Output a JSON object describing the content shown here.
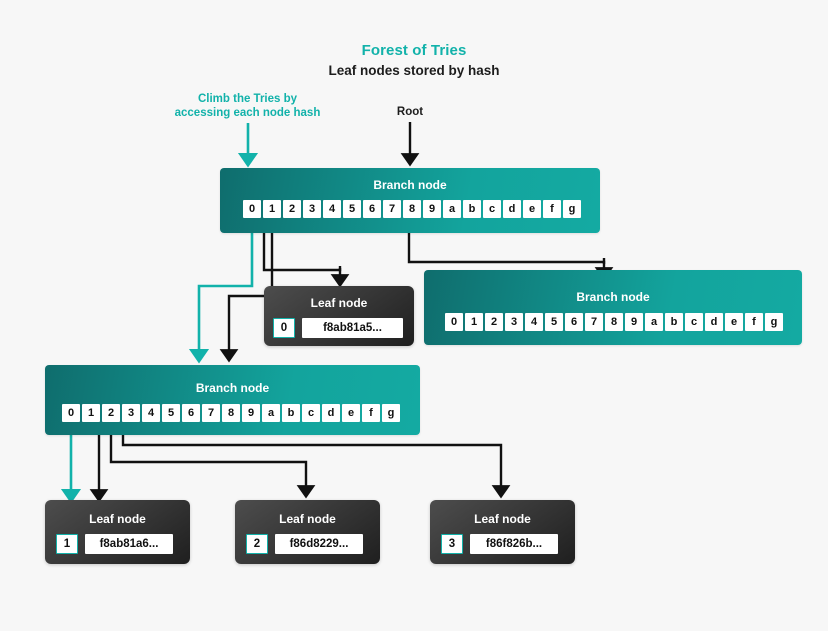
{
  "page": {
    "background": "#f7f7f7",
    "accent": "#12b2aa",
    "branch_color_dark": "#0f6d6d",
    "branch_color_light": "#14aaa2",
    "leaf_color": "#3a3a3a"
  },
  "header": {
    "title": "Forest of Tries",
    "subtitle": "Leaf nodes stored by hash"
  },
  "annotations": {
    "climb": "Climb the Tries by\naccessing each node hash",
    "climb_line1": "Climb the Tries by",
    "climb_line2": "accessing each node hash",
    "root": "Root"
  },
  "labels": {
    "branch_node": "Branch node",
    "leaf_node": "Leaf node"
  },
  "nibbles": [
    "0",
    "1",
    "2",
    "3",
    "4",
    "5",
    "6",
    "7",
    "8",
    "9",
    "a",
    "b",
    "c",
    "d",
    "e",
    "f",
    "g"
  ],
  "branch_nodes": [
    {
      "id": "root-branch",
      "title": "Branch node",
      "cells": [
        "0",
        "1",
        "2",
        "3",
        "4",
        "5",
        "6",
        "7",
        "8",
        "9",
        "a",
        "b",
        "c",
        "d",
        "e",
        "f",
        "g"
      ],
      "active_cells": [
        "0",
        "1",
        "8"
      ]
    },
    {
      "id": "right-branch",
      "title": "Branch node",
      "cells": [
        "0",
        "1",
        "2",
        "3",
        "4",
        "5",
        "6",
        "7",
        "8",
        "9",
        "a",
        "b",
        "c",
        "d",
        "e",
        "f",
        "g"
      ],
      "active_cells": []
    },
    {
      "id": "left-branch",
      "title": "Branch node",
      "cells": [
        "0",
        "1",
        "2",
        "3",
        "4",
        "5",
        "6",
        "7",
        "8",
        "9",
        "a",
        "b",
        "c",
        "d",
        "e",
        "f",
        "g"
      ],
      "active_cells": [
        "0",
        "1",
        "2",
        "3"
      ]
    }
  ],
  "leaf_nodes": [
    {
      "id": "leaf-0",
      "title": "Leaf node",
      "index": "0",
      "hash": "f8ab81a5..."
    },
    {
      "id": "leaf-1",
      "title": "Leaf node",
      "index": "1",
      "hash": "f8ab81a6..."
    },
    {
      "id": "leaf-2",
      "title": "Leaf node",
      "index": "2",
      "hash": "f86d8229..."
    },
    {
      "id": "leaf-3",
      "title": "Leaf node",
      "index": "3",
      "hash": "f86f826b..."
    }
  ]
}
